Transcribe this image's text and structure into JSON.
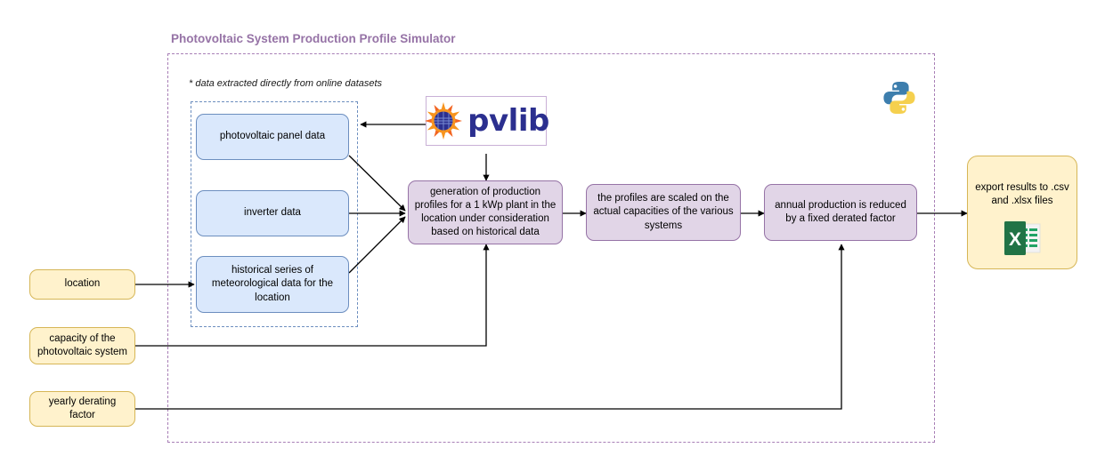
{
  "diagram": {
    "title": "Photovoltaic System Production Profile Simulator",
    "note": "* data extracted directly from online datasets",
    "accent_purple": "#9673a6",
    "accent_blue": "#6c8ebf",
    "accent_yellow": "#d6b656",
    "fill_purple": "#e1d5e7",
    "fill_blue": "#dae8fc",
    "fill_yellow": "#fff2cc"
  },
  "inputs": [
    {
      "id": "location",
      "label": "location"
    },
    {
      "id": "capacity",
      "label": "capacity of the photovoltaic system"
    },
    {
      "id": "derating",
      "label": "yearly derating factor"
    }
  ],
  "datasets": [
    {
      "id": "panel",
      "label": "photovoltaic panel data"
    },
    {
      "id": "inverter",
      "label": "inverter data"
    },
    {
      "id": "meteo",
      "label": "historical series of meteorological data for the location"
    }
  ],
  "processes": [
    {
      "id": "generation",
      "label": "generation of production profiles for a 1 kWp plant in the location under consideration based on historical data"
    },
    {
      "id": "scaling",
      "label": "the profiles are scaled on the actual capacities of the various systems"
    },
    {
      "id": "derate",
      "label": "annual production is reduced by a fixed derated factor"
    }
  ],
  "output": {
    "id": "export",
    "label": "export results to .csv and .xlsx files",
    "icon": "excel-icon"
  },
  "libraries": {
    "pvlib": {
      "wordmark": "pvlib",
      "icon": "pvlib-sun-icon"
    },
    "python": {
      "icon": "python-logo-icon"
    }
  }
}
